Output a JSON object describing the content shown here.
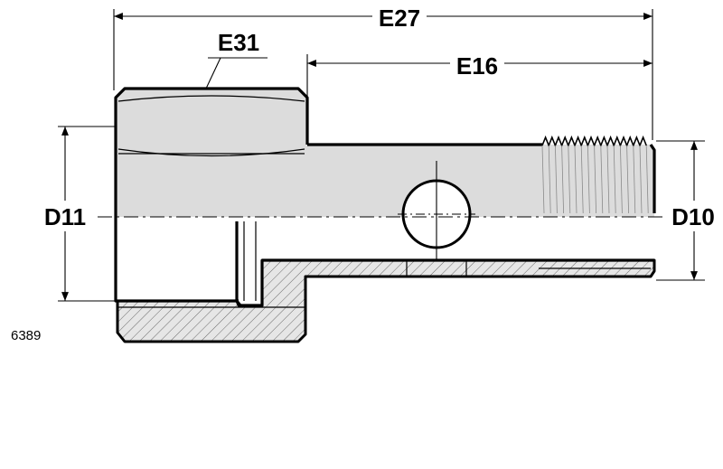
{
  "drawing": {
    "reference_code": "6389",
    "dimensions": {
      "overall_length": "E27",
      "hex_width": "E31",
      "shank_length": "E16",
      "body_diameter": "D11",
      "thread_diameter": "D10"
    }
  }
}
